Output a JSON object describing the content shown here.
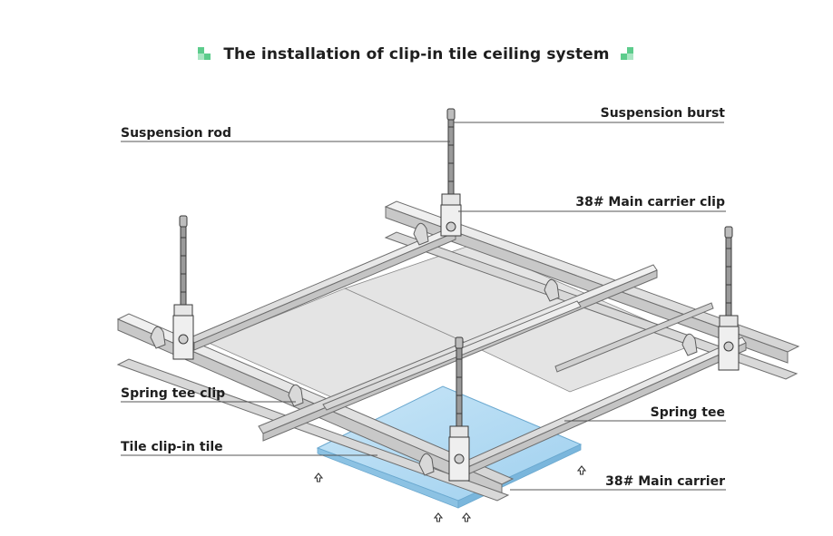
{
  "title": "The installation of clip-in tile ceiling system",
  "accent_color": "#5dcc8c",
  "labels": {
    "suspension_burst": "Suspension burst",
    "suspension_rod": "Suspension rod",
    "main_carrier_clip": "38# Main carrier clip",
    "spring_tee_clip": "Spring tee clip",
    "spring_tee": "Spring tee",
    "tile_clip_in_tile": "Tile clip-in tile",
    "main_carrier": "38# Main carrier"
  },
  "icons": {
    "title_left": "pixel-square-decor-icon",
    "title_right": "pixel-square-decor-icon",
    "up_arrow": "up-arrow-icon"
  }
}
